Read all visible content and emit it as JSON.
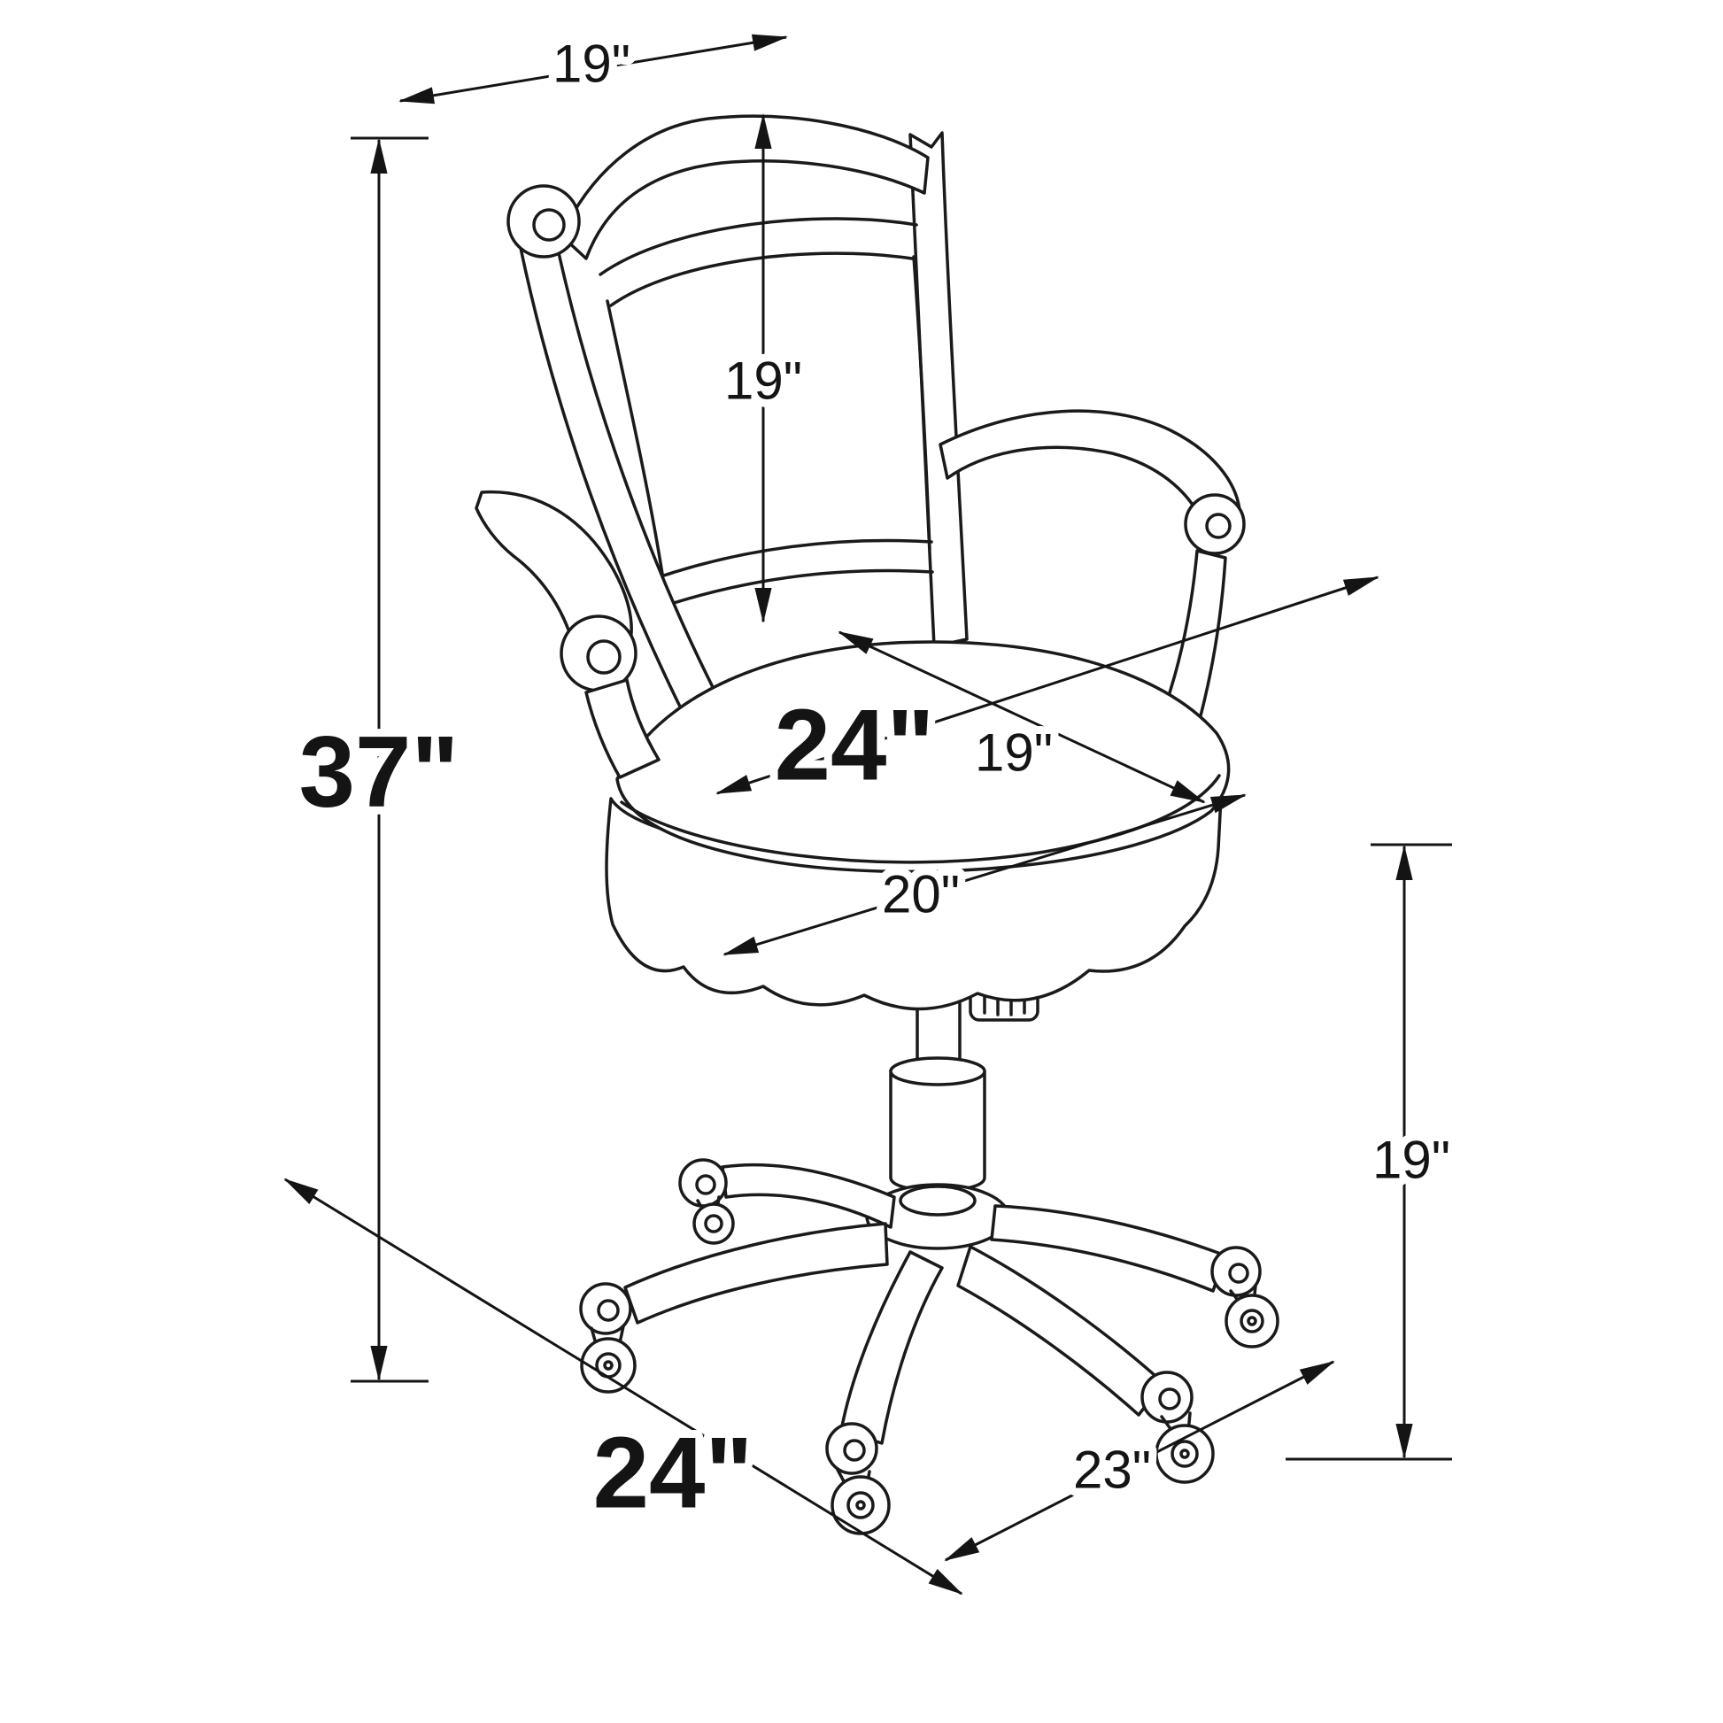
{
  "diagram": {
    "type": "furniture-dimension-line-drawing",
    "background": "#ffffff",
    "line_color": "#1a1a1a",
    "dims": {
      "top_width": "19\"",
      "back_height": "19\"",
      "overall_height": "37\"",
      "seat_depth": "24\"",
      "seat_width": "19\"",
      "seat_front_width": "20\"",
      "seat_height": "19\"",
      "base_width": "24\"",
      "base_depth": "23\""
    }
  }
}
